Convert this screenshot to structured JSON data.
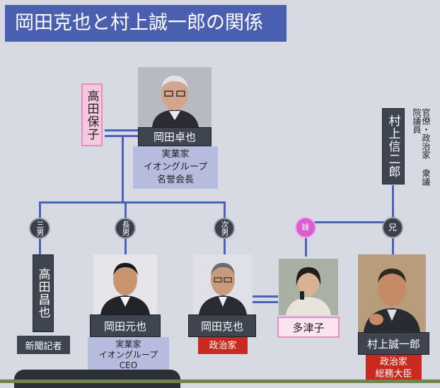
{
  "title": "岡田克也と村上誠一郎の関係",
  "people": {
    "takuya": {
      "name": "岡田卓也",
      "info": [
        "実業家",
        "イオングループ",
        "名誉会長"
      ]
    },
    "yasuko": {
      "name": "高田保子"
    },
    "shinji": {
      "name": "村上信二郎",
      "caption": "官僚・政治家 衆議院議員"
    },
    "masaya": {
      "name": "高田昌也",
      "role": "新聞記者",
      "relation": "三男"
    },
    "motoya": {
      "name": "岡田元也",
      "info": [
        "実業家",
        "イオングループ",
        "CEO"
      ],
      "relation": "長男"
    },
    "katsuya": {
      "name": "岡田克也",
      "role": "政治家",
      "relation": "次男"
    },
    "tazuko": {
      "name": "多津子",
      "relation": "妹"
    },
    "seiichiro": {
      "name": "村上誠一郎",
      "role": [
        "政治家",
        "総務大臣"
      ],
      "relation": "兄"
    }
  }
}
